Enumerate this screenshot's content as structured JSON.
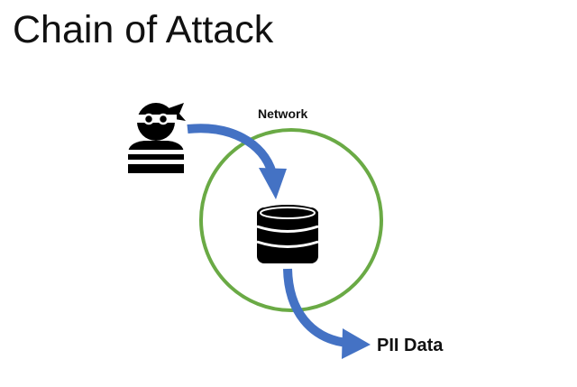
{
  "slide": {
    "title": "Chain of Attack"
  },
  "diagram": {
    "network_label": "Network",
    "target_label": "PII Data",
    "colors": {
      "network_ring": "#6aaa45",
      "arrow": "#4472c4",
      "icon": "#000000"
    },
    "icons": {
      "attacker": "hacker-icon",
      "database": "database-icon"
    }
  }
}
